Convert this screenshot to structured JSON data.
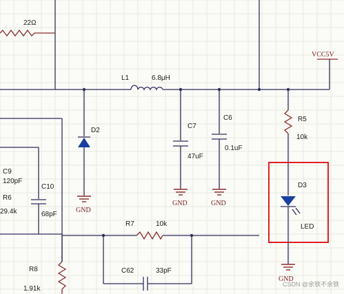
{
  "labels": {
    "r_top": "22Ω",
    "l1": "L1",
    "l1_value": "6.8μH",
    "vcc": "VCC5V",
    "d2": "D2",
    "c7": "C7",
    "c7_value": "47uF",
    "c6": "C6",
    "c6_value": "0.1uF",
    "r5": "R5",
    "r5_value": "10k",
    "d3": "D3",
    "d3_value": "LED",
    "c9": "C9",
    "c9_value": "120pF",
    "r6": "R6",
    "r6_value": "29.4k",
    "c10": "C10",
    "c10_value": "68pF",
    "r7": "R7",
    "r7_value": "10k",
    "c62": "C62",
    "c62_value": "33pF",
    "r8": "R8",
    "r8_value": "1.91k",
    "gnd": "GND",
    "watermark": "CSDN @余铁不余铁"
  },
  "colors": {
    "wire": "#2e2e5e",
    "resistor": "#8a2a2a",
    "diode_fill": "#1a3f9e",
    "highlight": "#e02020"
  }
}
